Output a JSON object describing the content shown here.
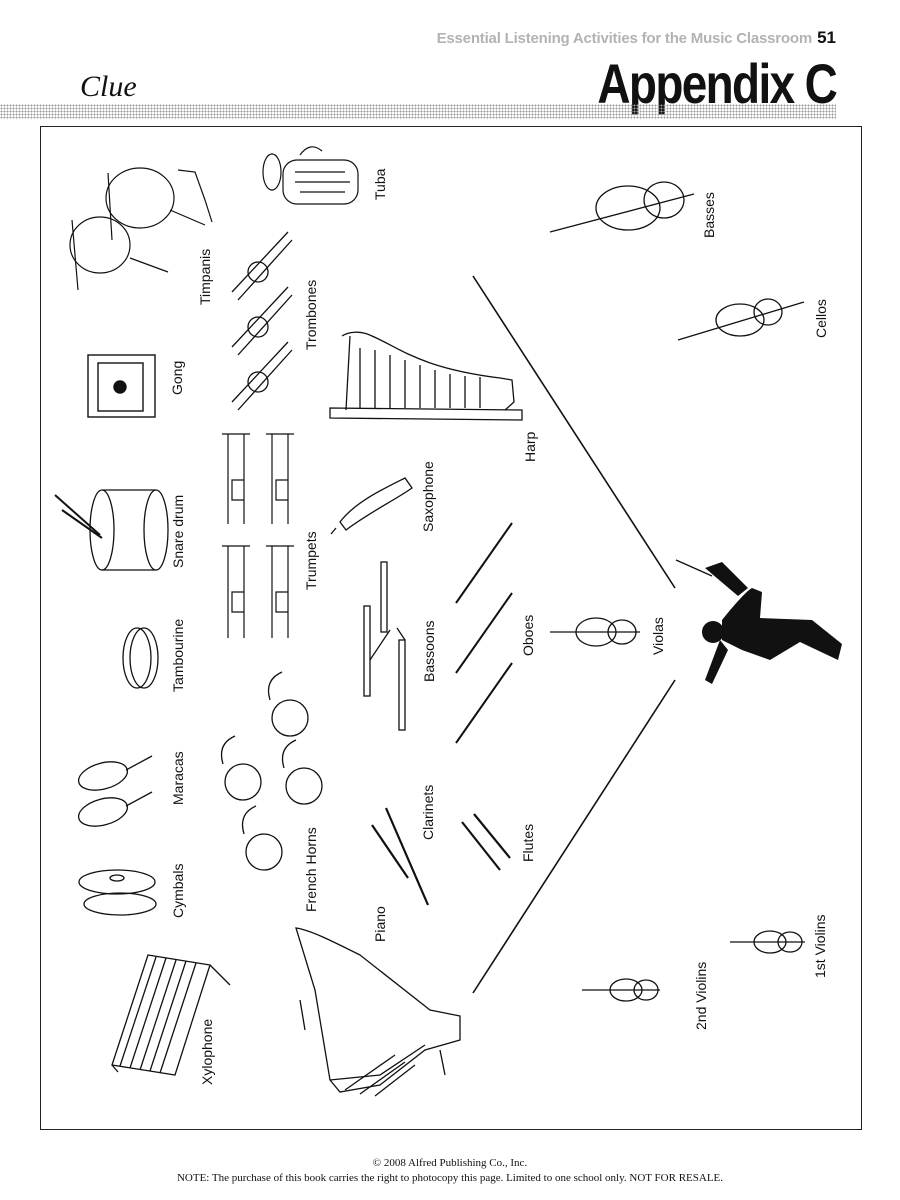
{
  "header": {
    "running_title": "Essential Listening Activities for the Music Classroom",
    "page_number": "51",
    "clue": "Clue",
    "title": "Appendix C"
  },
  "instruments": {
    "timpanis": "Timpanis",
    "tuba": "Tuba",
    "trombones": "Trombones",
    "gong": "Gong",
    "harp": "Harp",
    "snare_drum": "Snare drum",
    "trumpets": "Trumpets",
    "saxophone": "Saxophone",
    "tambourine": "Tambourine",
    "bassoons": "Bassoons",
    "oboes": "Oboes",
    "violas": "Violas",
    "maracas": "Maracas",
    "cymbals": "Cymbals",
    "french_horns": "French Horns",
    "clarinets": "Clarinets",
    "flutes": "Flutes",
    "piano": "Piano",
    "xylophone": "Xylophone",
    "basses": "Basses",
    "cellos": "Cellos",
    "first_violins": "1st Violins",
    "second_violins": "2nd Violins"
  },
  "footer": {
    "copyright": "© 2008 Alfred Publishing Co., Inc.",
    "note": "NOTE: The purchase of this book carries the right to photocopy this page. Limited to one school only. NOT FOR RESALE."
  }
}
